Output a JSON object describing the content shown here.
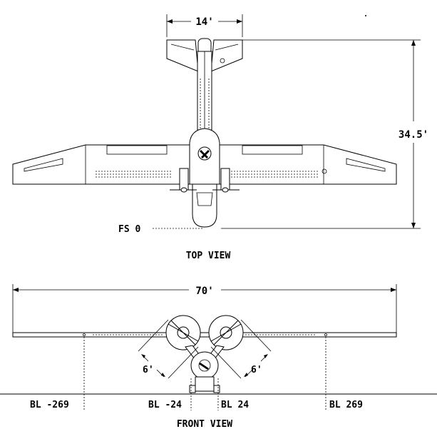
{
  "top_view": {
    "title": "TOP VIEW",
    "dim_tail_span": "14'",
    "dim_length": "34.5'",
    "station_label": "FS 0"
  },
  "front_view": {
    "title": "FRONT VIEW",
    "dim_wingspan": "70'",
    "dim_prop_left": "6'",
    "dim_prop_right": "6'",
    "bl_labels": [
      "BL -269",
      "BL -24",
      "BL 24",
      "BL 269"
    ]
  }
}
